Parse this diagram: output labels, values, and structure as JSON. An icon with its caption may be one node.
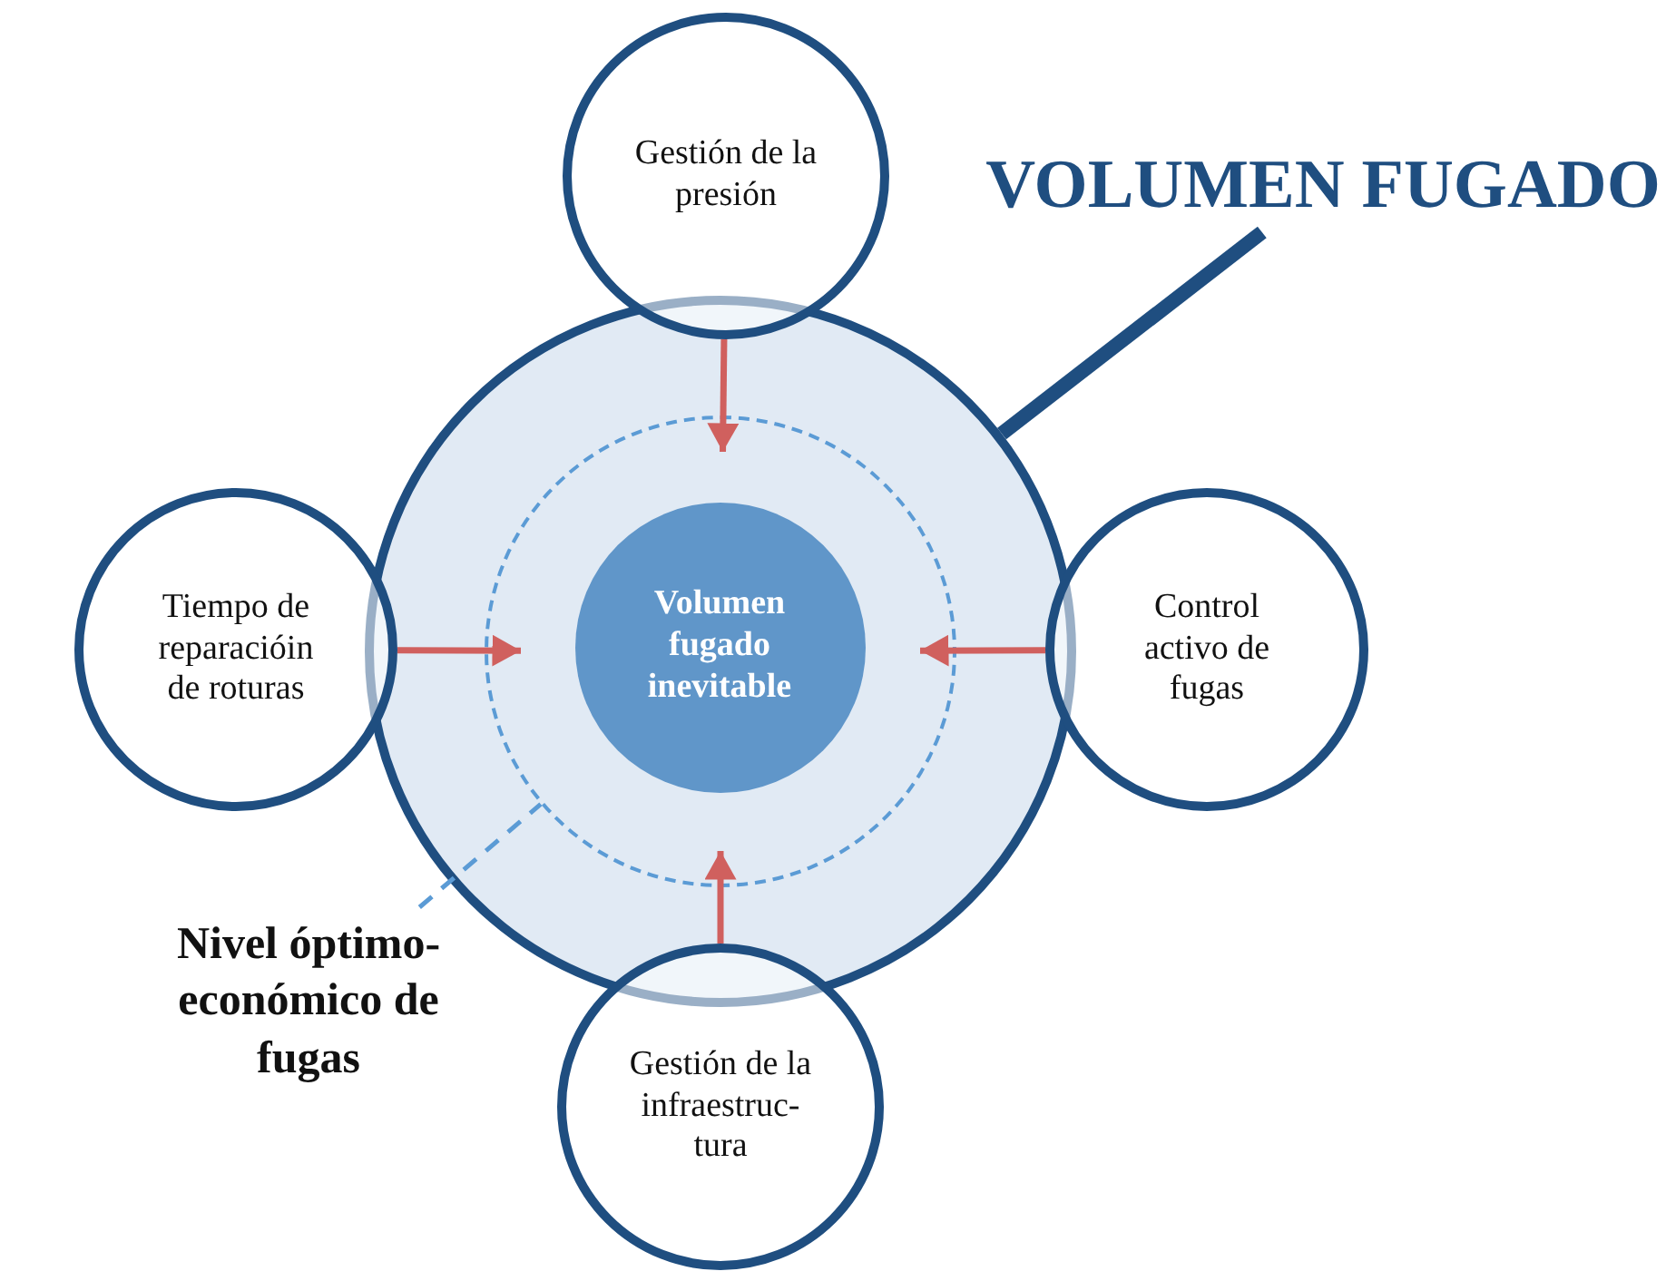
{
  "diagram": {
    "nodes": [
      {
        "text": [
          "Gestión de la presión"
        ]
      },
      {
        "text": [
          "VOLUMEN FUGADO"
        ]
      },
      {
        "text": [],
        "shape": "circle"
      },
      {
        "text": [],
        "shape": "circle",
        "in": 2
      },
      {
        "text": [
          "Volumen fugado inevitable"
        ],
        "in": 3
      },
      {
        "text": [
          "Tiempo de reparacióin de roturas"
        ]
      },
      {
        "text": [
          "Control activo de fugas"
        ]
      },
      {
        "text": [
          "Nivel óptimo-económico de fugas"
        ]
      },
      {
        "text": [
          "Gestión de la infraestruc-tura"
        ]
      }
    ],
    "edges": [
      {
        "from": 0,
        "to": 3,
        "arrow": "to"
      },
      {
        "from": 5,
        "to": 3,
        "arrow": "to"
      },
      {
        "from": 6,
        "to": 3,
        "arrow": "to"
      },
      {
        "from": 8,
        "to": 3,
        "arrow": "to"
      },
      {
        "from": 1,
        "to": 2,
        "arrow": "none",
        "style": "thick",
        "color": "#1f4e80"
      },
      {
        "from": 7,
        "to": 3,
        "arrow": "none",
        "style": "dashed",
        "color": "#5b9bd5"
      }
    ]
  }
}
